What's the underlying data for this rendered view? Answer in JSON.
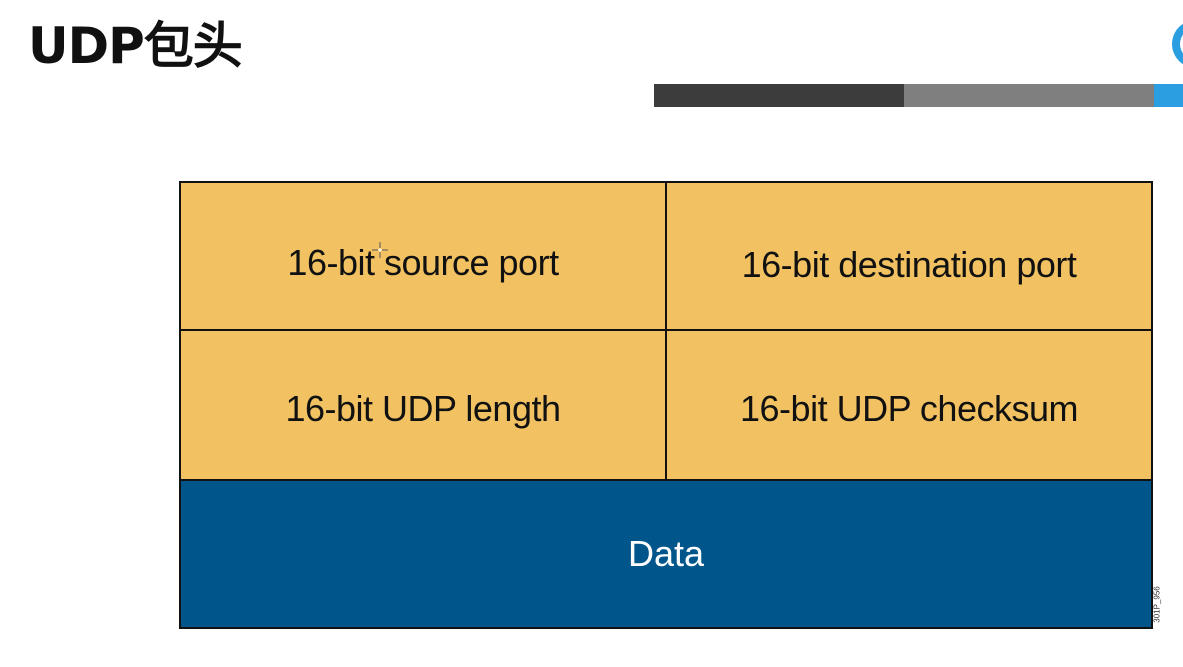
{
  "slide": {
    "title": "UDP包头"
  },
  "diagram": {
    "fields": {
      "source_port": "16-bit source port",
      "destination_port": "16-bit destination port",
      "udp_length": "16-bit UDP length",
      "udp_checksum": "16-bit UDP checksum",
      "data": "Data"
    },
    "figure_code": "301P_956"
  },
  "colors": {
    "header_field": "#f2c262",
    "data_field": "#00568b",
    "bar_dark": "#3c3c3c",
    "bar_gray": "#7f7f7f",
    "bar_accent": "#2a9ee0"
  }
}
